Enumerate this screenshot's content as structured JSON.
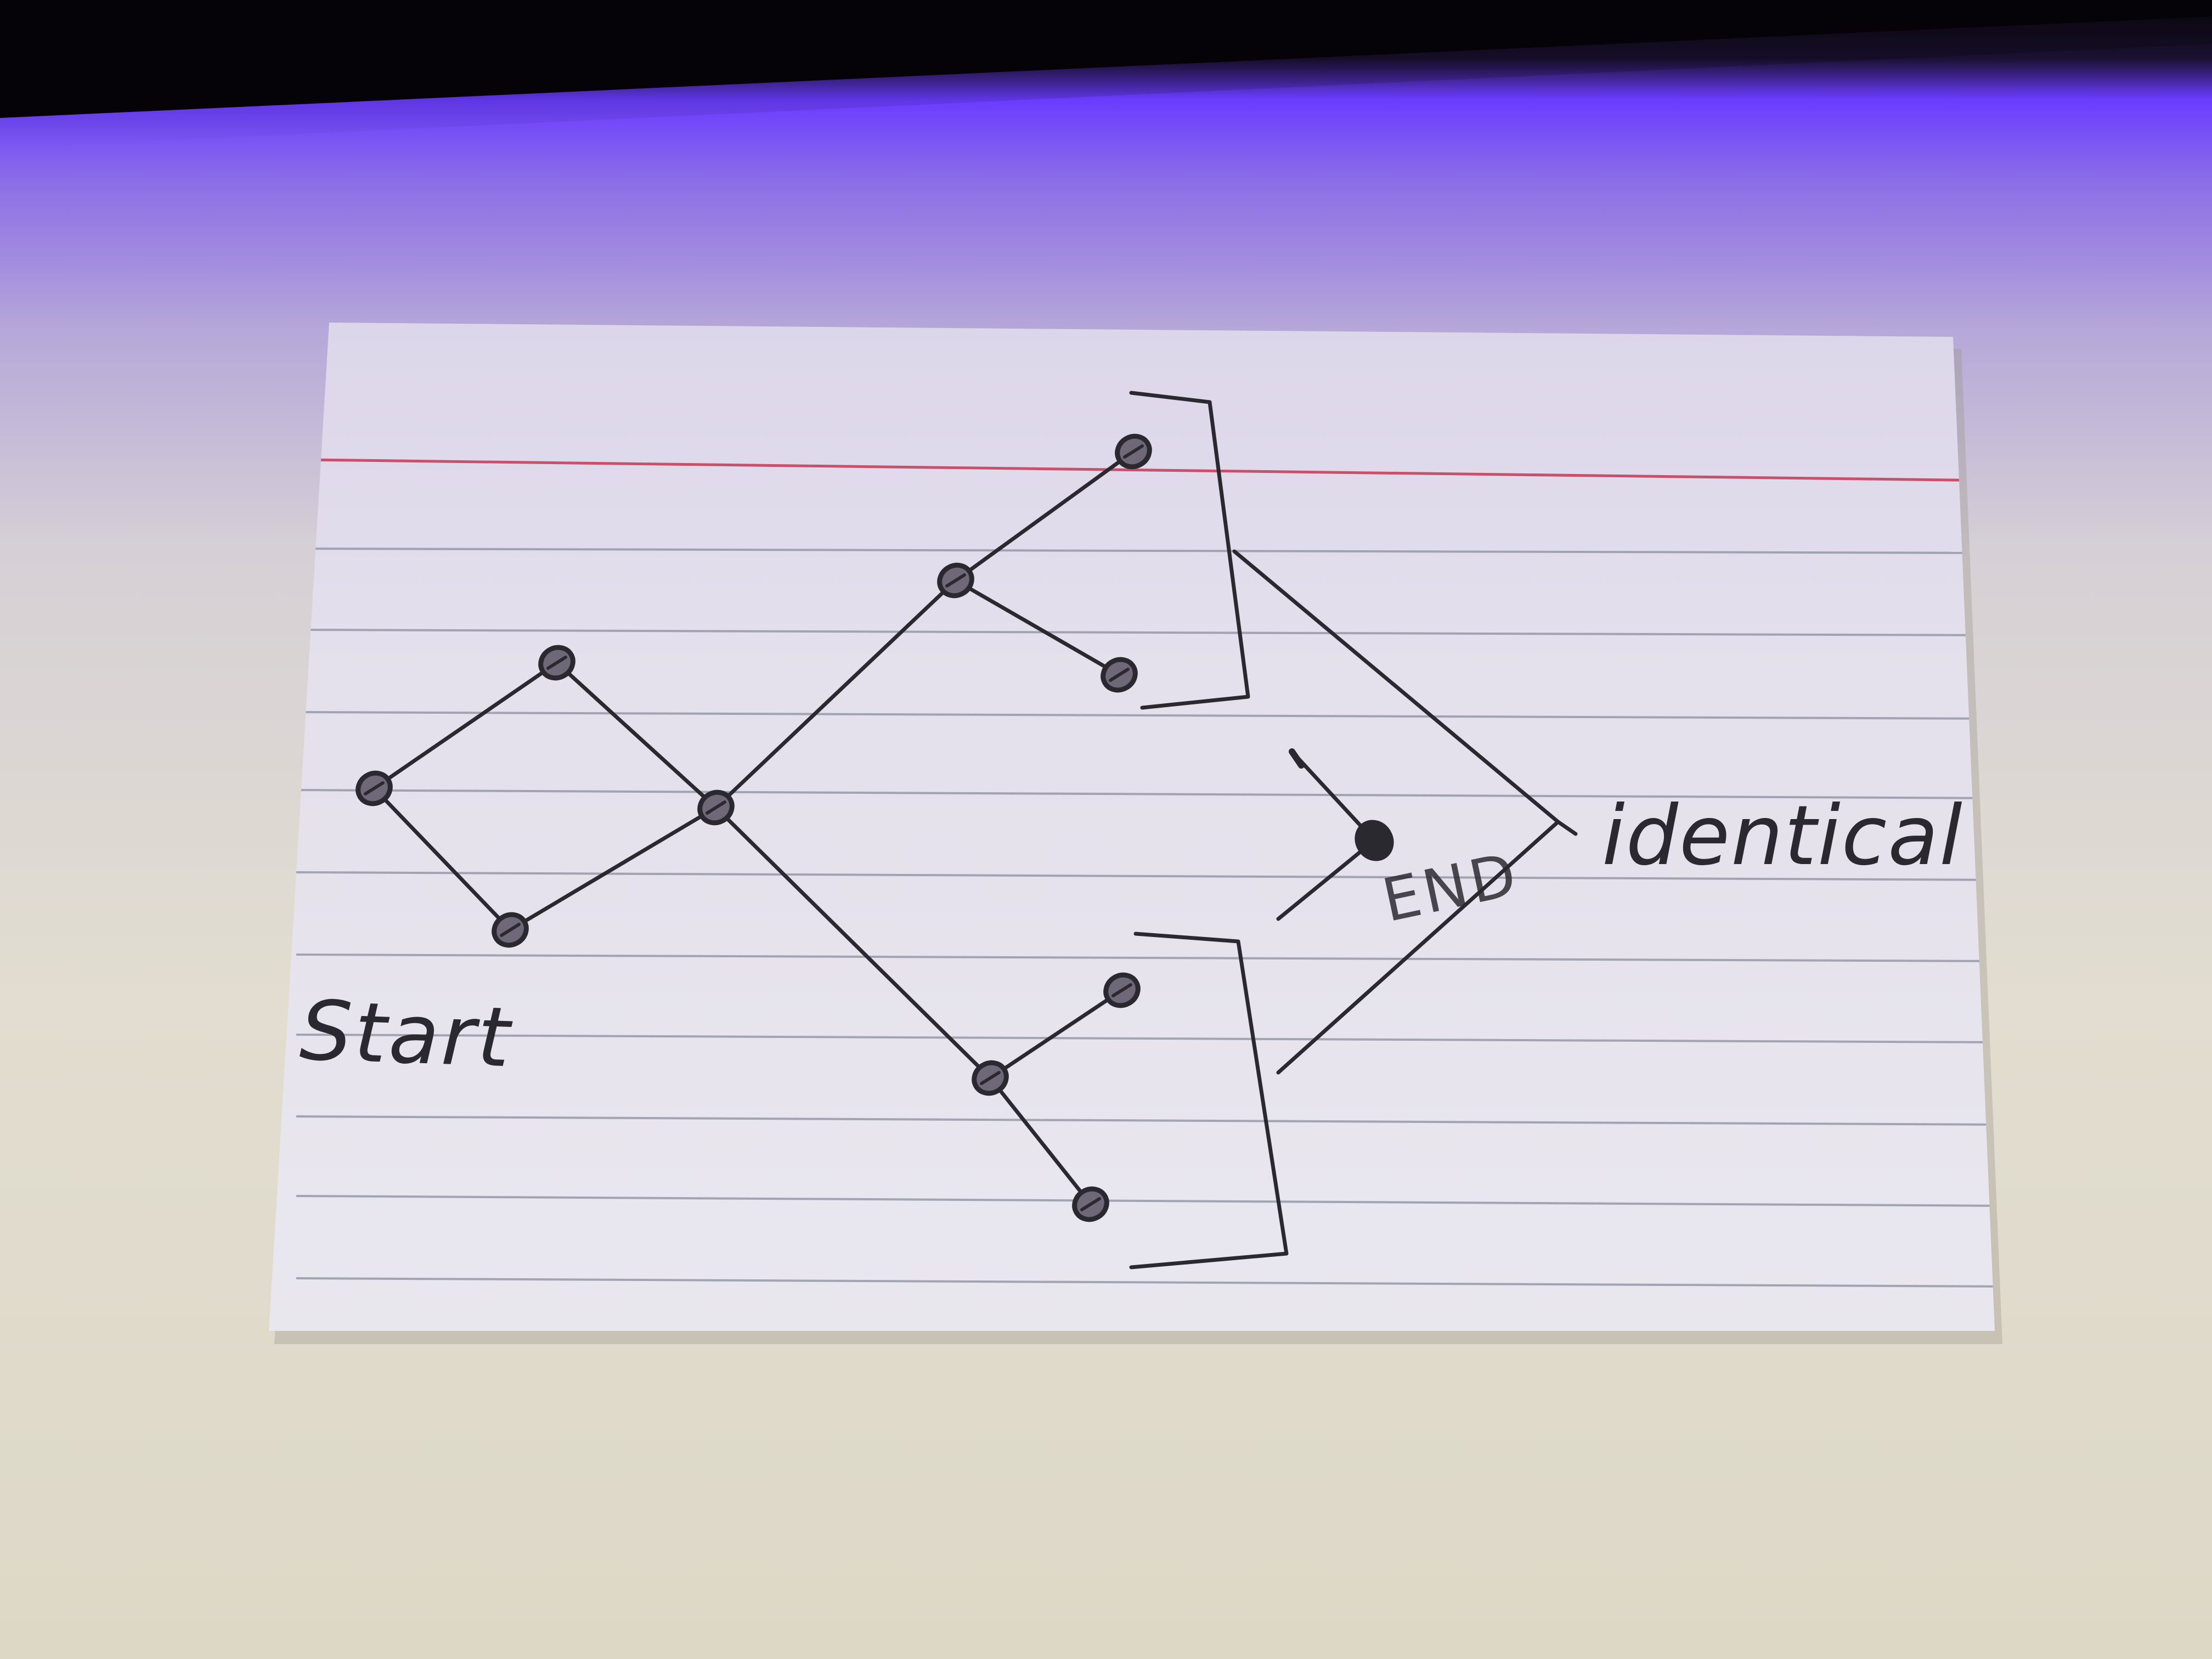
{
  "diagram": {
    "labels": {
      "start": "Start",
      "end": "END",
      "identical": "identical"
    },
    "nodes": [
      {
        "id": "a"
      },
      {
        "id": "b"
      },
      {
        "id": "c"
      },
      {
        "id": "d"
      },
      {
        "id": "e"
      },
      {
        "id": "f"
      },
      {
        "id": "g"
      },
      {
        "id": "h"
      },
      {
        "id": "i"
      },
      {
        "id": "j"
      },
      {
        "id": "end"
      }
    ],
    "edges": [
      {
        "from": "a",
        "to": "b"
      },
      {
        "from": "a",
        "to": "c"
      },
      {
        "from": "b",
        "to": "d"
      },
      {
        "from": "c",
        "to": "d"
      },
      {
        "from": "d",
        "to": "e"
      },
      {
        "from": "d",
        "to": "h"
      },
      {
        "from": "e",
        "to": "f"
      },
      {
        "from": "e",
        "to": "g"
      },
      {
        "from": "h",
        "to": "i"
      },
      {
        "from": "h",
        "to": "j"
      }
    ]
  },
  "colors": {
    "card": "#e6e2ea",
    "rule_line": "#8a8f9e",
    "margin_line": "#c9506a",
    "ink": "#2b2930",
    "backlight": "#6a3cff",
    "table": "#e3dfd0"
  }
}
